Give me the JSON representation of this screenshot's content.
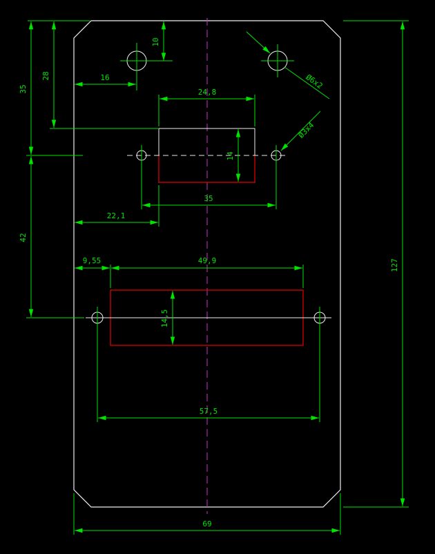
{
  "drawing": {
    "colors": {
      "background": "#000000",
      "part_outline": "#f0f0f0",
      "dimension": "#00e400",
      "feature_highlight": "#e80000",
      "centerline": "#cc33cc"
    },
    "dims": {
      "top_hole_offset": "10",
      "top_to_slot": "28",
      "top_to_hole_row": "35",
      "edge_to_circle": "16",
      "slot_width": "24,8",
      "slot_height": "14",
      "hole_spacing": "35",
      "edge_to_slot": "22,1",
      "hole_rows_spacing": "42",
      "edge_to_pocket": "9,55",
      "pocket_width": "49,9",
      "pocket_height": "14,5",
      "lower_hole_spacing": "57,5",
      "total_height": "127",
      "total_width": "69"
    },
    "callouts": {
      "top_circles": "Ø6x2",
      "mid_holes": "Ø3x4"
    }
  }
}
